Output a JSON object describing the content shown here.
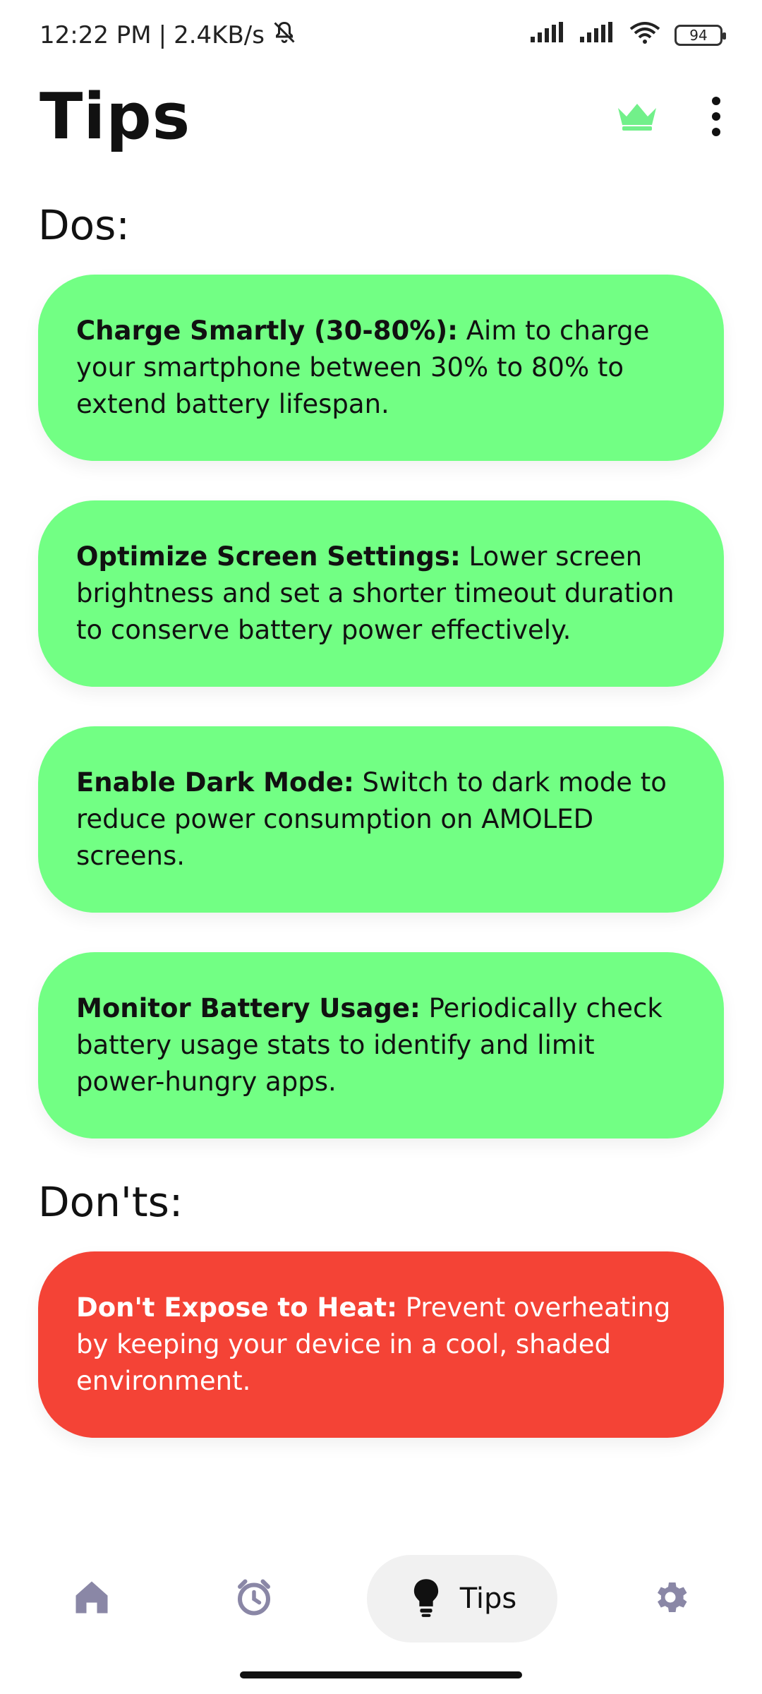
{
  "status": {
    "time": "12:22 PM",
    "speed": "2.4KB/s",
    "battery": "94"
  },
  "header": {
    "title": "Tips"
  },
  "sections": {
    "dos_title": "Dos:",
    "donts_title": "Don'ts:"
  },
  "dos": [
    {
      "title": "Charge Smartly (30-80%):",
      "text": "Aim to charge your smartphone between 30% to 80% to extend battery lifespan."
    },
    {
      "title": "Optimize Screen Settings:",
      "text": "Lower screen brightness and set a shorter timeout duration to conserve battery power effectively."
    },
    {
      "title": "Enable Dark Mode:",
      "text": "Switch to dark mode to reduce power consumption on AMOLED screens."
    },
    {
      "title": "Monitor Battery Usage:",
      "text": "Periodically check battery usage stats to identify and limit power-hungry apps."
    }
  ],
  "donts": [
    {
      "title": "Don't Expose to Heat:",
      "text": "Prevent overheating by keeping your device in a cool, shaded environment."
    }
  ],
  "bottom_nav": {
    "items": [
      {
        "icon": "home-icon"
      },
      {
        "icon": "alarm-icon"
      },
      {
        "icon": "lightbulb-icon",
        "label": "Tips"
      },
      {
        "icon": "gear-icon"
      }
    ]
  },
  "colors": {
    "do_card": "#72ff84",
    "dont_card": "#f44336",
    "accent_crown": "#72f08a",
    "nav_inactive": "#8a87a6"
  }
}
